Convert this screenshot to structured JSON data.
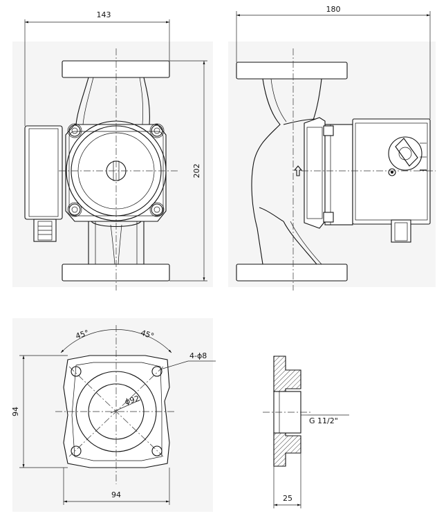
{
  "front_view": {
    "width_dim": "143",
    "height_dim": "202"
  },
  "side_view": {
    "width_dim": "180"
  },
  "flange_view": {
    "angle_left": "45°",
    "angle_right": "45°",
    "holes_note": "4-ϕ8",
    "bore_dim": "ϕ92",
    "height_dim": "94",
    "width_dim": "94"
  },
  "section_view": {
    "thread_note": "G 11/2\"",
    "width_dim": "25"
  }
}
